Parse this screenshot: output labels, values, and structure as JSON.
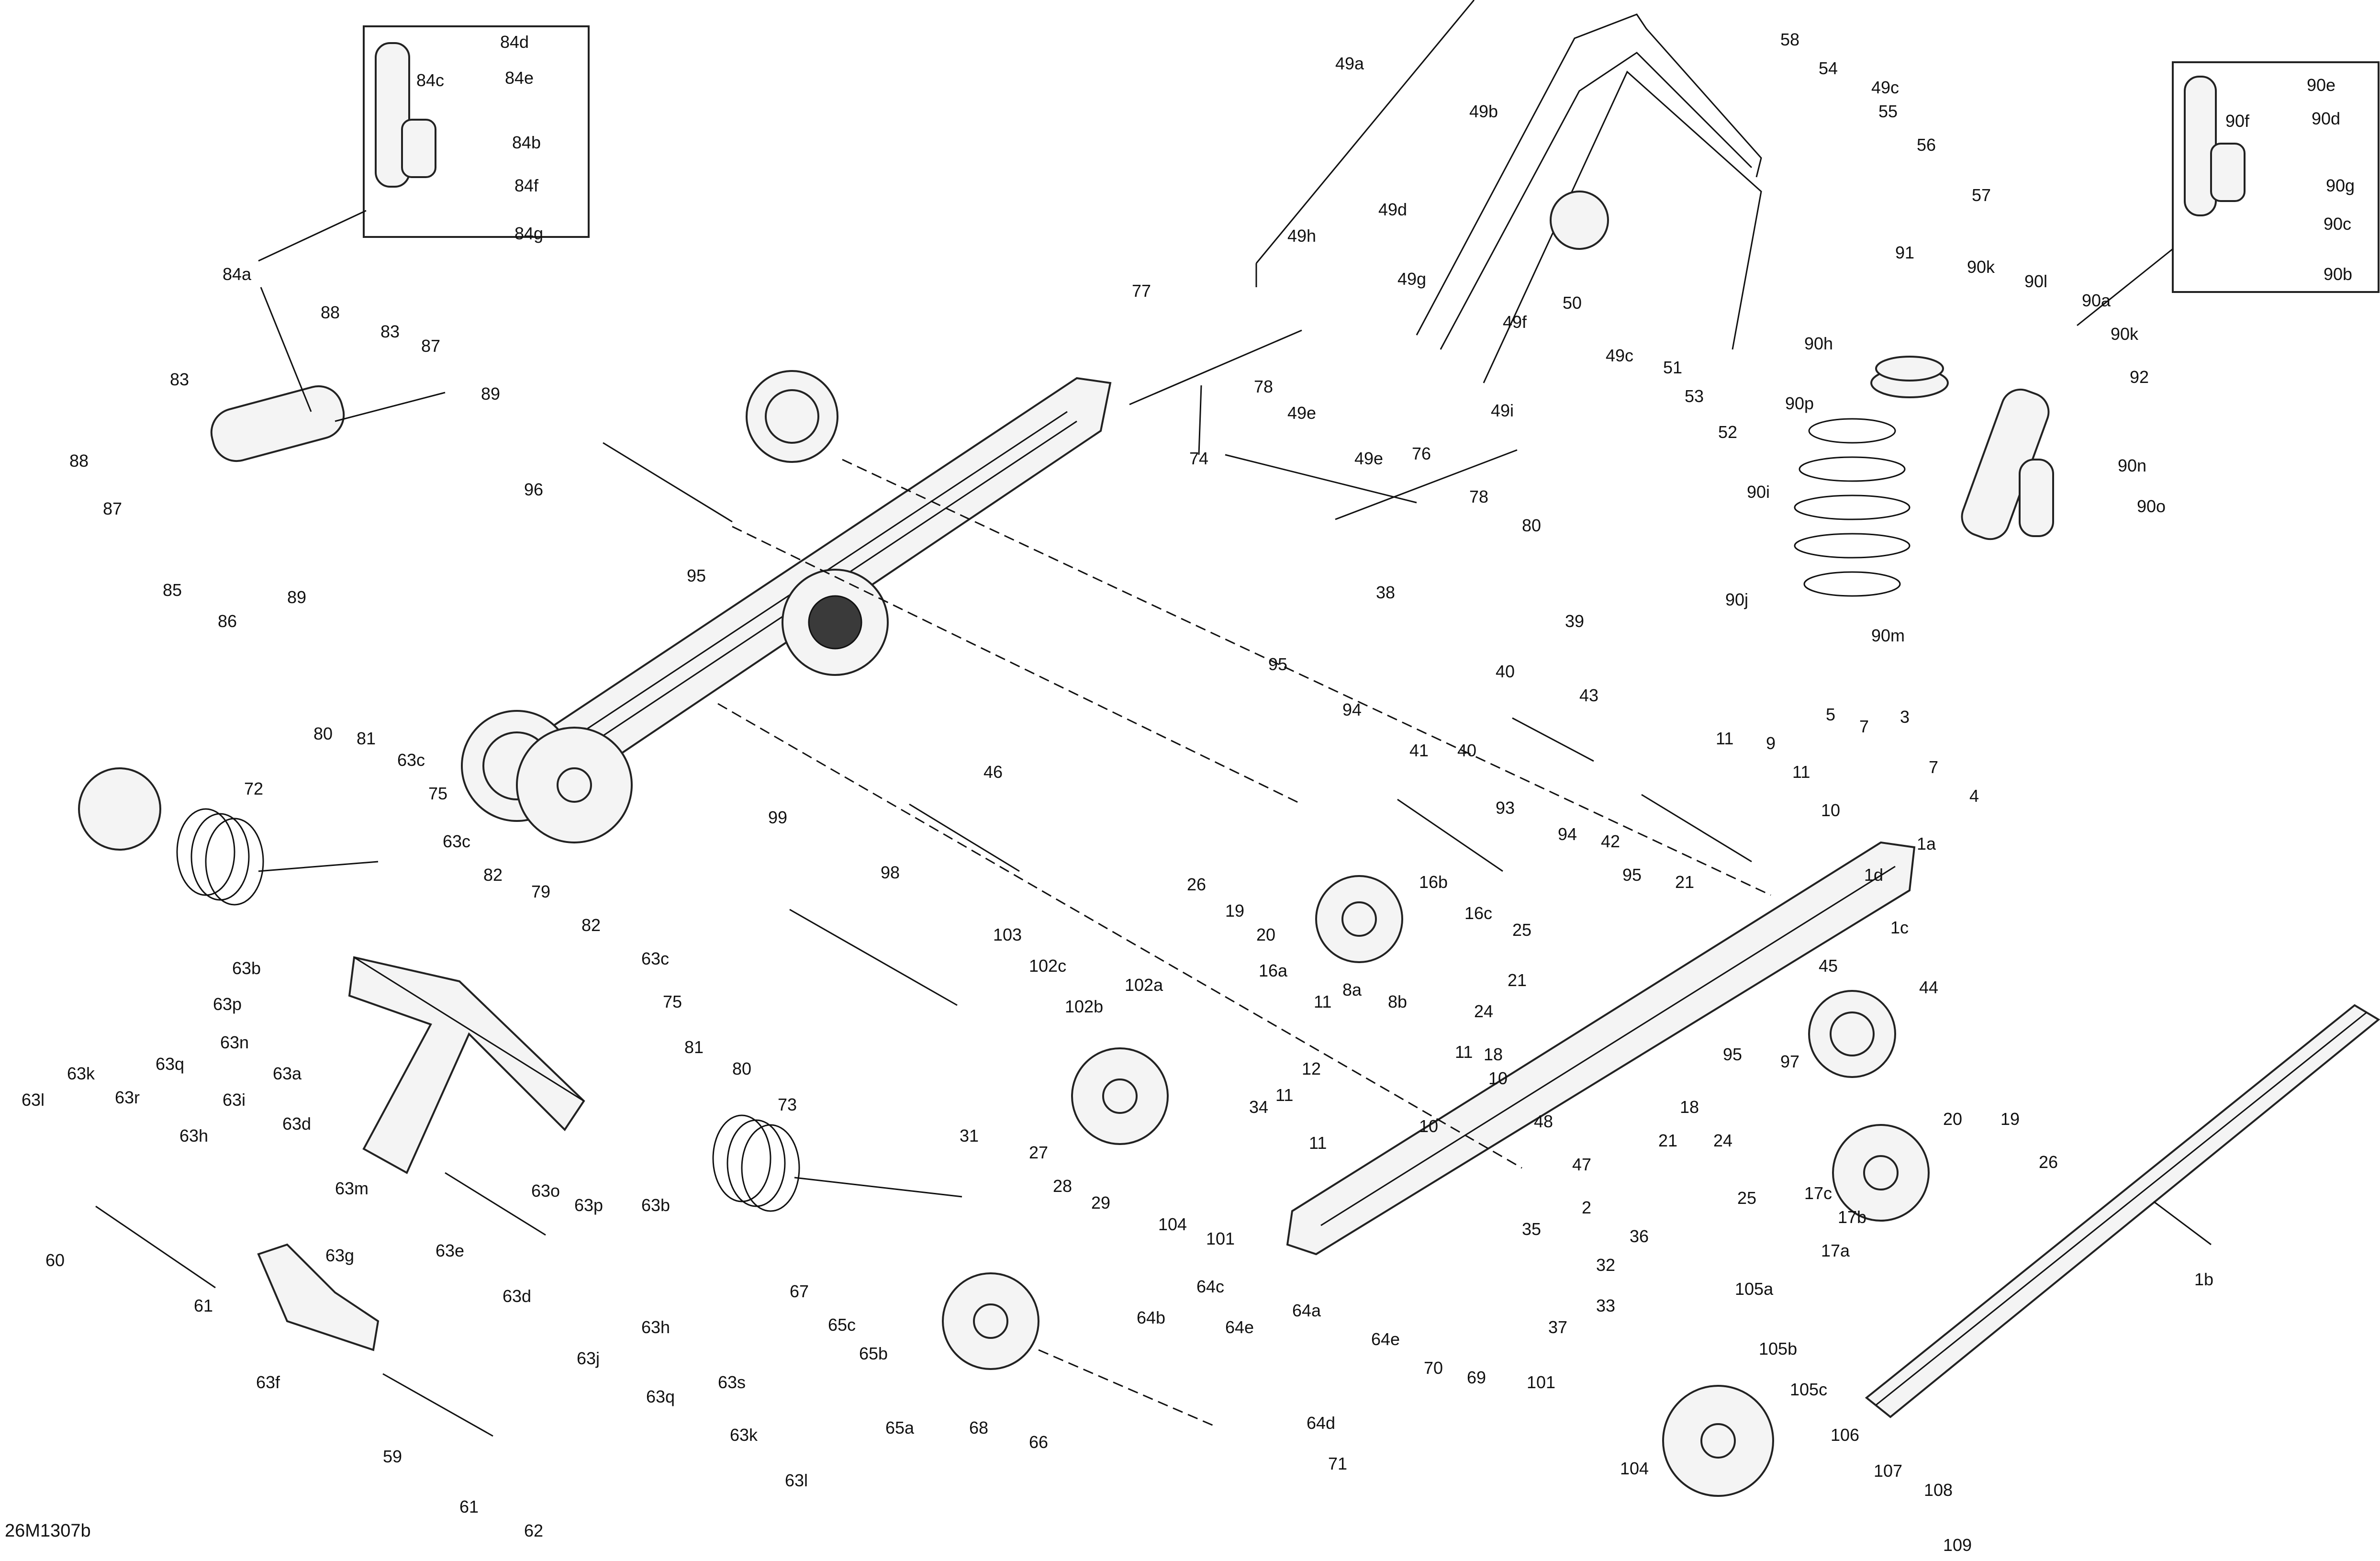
{
  "diagram": {
    "code": "26M1307b",
    "callouts": {
      "c49a": "49a",
      "c49b": "49b",
      "c58": "58",
      "c54": "54",
      "c49c": "49c",
      "c55": "55",
      "c56": "56",
      "c57": "57",
      "c77": "77",
      "c49h": "49h",
      "c49d": "49d",
      "c49g": "49g",
      "c49f": "49f",
      "c50": "50",
      "c49c2": "49c",
      "c51": "51",
      "c53": "53",
      "c52": "52",
      "c78": "78",
      "c49e": "49e",
      "c49i": "49i",
      "c74": "74",
      "c49e2": "49e",
      "c76": "76",
      "c78b": "78",
      "c80": "80",
      "c84d": "84d",
      "c84c": "84c",
      "c84e": "84e",
      "c84b": "84b",
      "c84f": "84f",
      "c84g": "84g",
      "c84a": "84a",
      "c88": "88",
      "c83": "83",
      "c87": "87",
      "c89": "89",
      "c83b": "83",
      "c88b": "88",
      "c87b": "87",
      "c85": "85",
      "c86": "86",
      "c89b": "89",
      "c96": "96",
      "c95": "95",
      "c90e": "90e",
      "c90f": "90f",
      "c90d": "90d",
      "c90g": "90g",
      "c90c": "90c",
      "c90b": "90b",
      "c91": "91",
      "c90k": "90k",
      "c90l": "90l",
      "c90a": "90a",
      "c90k2": "90k",
      "c92": "92",
      "c90h": "90h",
      "c90p": "90p",
      "c90i": "90i",
      "c90j": "90j",
      "c90n": "90n",
      "c90o": "90o",
      "c90m": "90m",
      "c38": "38",
      "c39": "39",
      "c40": "40",
      "c41": "41",
      "c40b": "40",
      "c43": "43",
      "c95b": "95",
      "c94": "94",
      "c80b": "80",
      "c81": "81",
      "c63c": "63c",
      "c75": "75",
      "c72": "72",
      "c46": "46",
      "c99": "99",
      "c98": "98",
      "c93": "93",
      "c42": "42",
      "c5": "5",
      "c7": "7",
      "c3": "3",
      "c11": "11",
      "c9": "9",
      "c11b": "11",
      "c7b": "7",
      "c4": "4",
      "c10": "10",
      "c1a": "1a",
      "c1d": "1d",
      "c1c": "1c",
      "c44": "44",
      "c26": "26",
      "c19": "19",
      "c20": "20",
      "c16b": "16b",
      "c16c": "16c",
      "c16a": "16a",
      "c25": "25",
      "c94b": "94",
      "c95c": "95",
      "c21": "21",
      "c45": "45",
      "c63c2": "63c",
      "c82": "82",
      "c79": "79",
      "c82b": "82",
      "c63c3": "63c",
      "c63b": "63b",
      "c63p": "63p",
      "c63n": "63n",
      "c63a": "63a",
      "c103": "103",
      "c102c": "102c",
      "c102b": "102b",
      "c102a": "102a",
      "c75b": "75",
      "c81b": "81",
      "c80c": "80",
      "c21b": "21",
      "c8a": "8a",
      "c8b": "8b",
      "c11c": "11",
      "c24": "24",
      "c18": "18",
      "c11d": "11",
      "c10b": "10",
      "c12": "12",
      "c11e": "11",
      "c10c": "10",
      "c34": "34",
      "c11f": "11",
      "c95d": "95",
      "c97": "97",
      "c18b": "18",
      "c24b": "24",
      "c21c": "21",
      "c25b": "25",
      "c17c": "17c",
      "c17b": "17b",
      "c20b": "20",
      "c19b": "19",
      "c26b": "26",
      "c17a": "17a",
      "c63k": "63k",
      "c63r": "63r",
      "c63q": "63q",
      "c63i": "63i",
      "c63l": "63l",
      "c63h": "63h",
      "c63d": "63d",
      "c63o": "63o",
      "c63p2": "63p",
      "c63m": "63m",
      "c63e": "63e",
      "c63b2": "63b",
      "c63d2": "63d",
      "c73": "73",
      "c31": "31",
      "c27": "27",
      "c28": "28",
      "c29": "29",
      "c104": "104",
      "c101": "101",
      "c48": "48",
      "c47": "47",
      "c2": "2",
      "c60": "60",
      "c61": "61",
      "c63g": "63g",
      "c63f": "63f",
      "c59": "59",
      "c61b": "61",
      "c62": "62",
      "c63j": "63j",
      "c63h2": "63h",
      "c63q2": "63q",
      "c63s": "63s",
      "c63k2": "63k",
      "c63l2": "63l",
      "c67": "67",
      "c65c": "65c",
      "c65b": "65b",
      "c65a": "65a",
      "c68": "68",
      "c66": "66",
      "c64b": "64b",
      "c64c": "64c",
      "c64e": "64e",
      "c64a": "64a",
      "c64e2": "64e",
      "c70": "70",
      "c69": "69",
      "c64d": "64d",
      "c71": "71",
      "c35": "35",
      "c36": "36",
      "c32": "32",
      "c33": "33",
      "c37": "37",
      "c101b": "101",
      "c104b": "104",
      "c105a": "105a",
      "c105b": "105b",
      "c105c": "105c",
      "c106": "106",
      "c107": "107",
      "c108": "108",
      "c109": "109",
      "c1b": "1b"
    }
  }
}
